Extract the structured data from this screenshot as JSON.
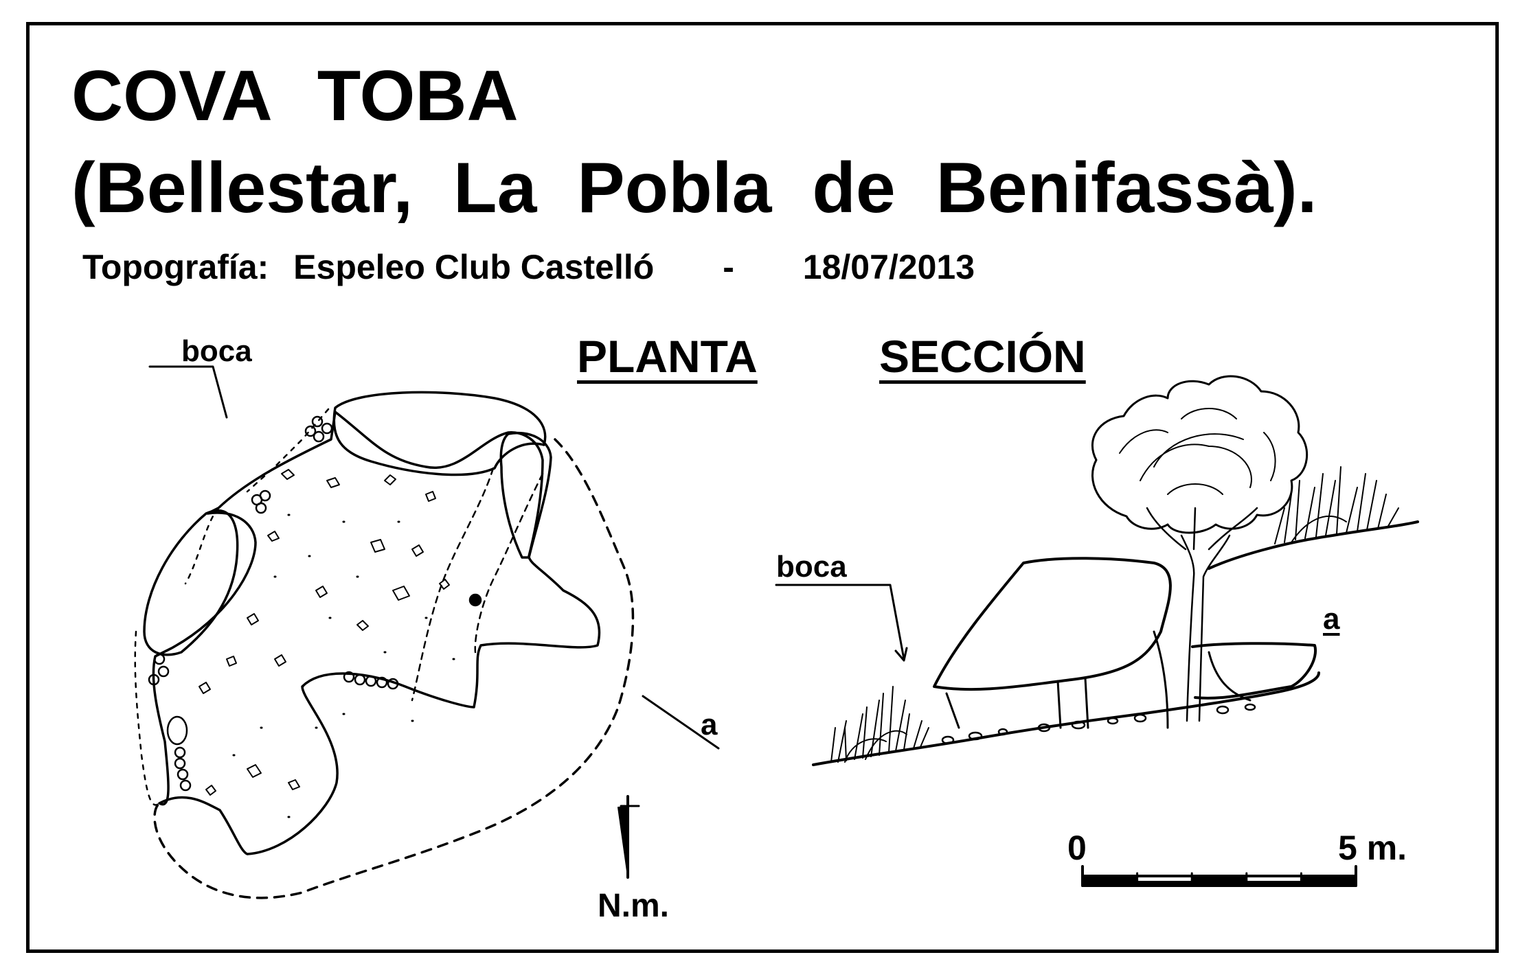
{
  "title": {
    "line1": "COVA  TOBA",
    "line2": "(Bellestar,  La  Pobla  de  Benifassà)."
  },
  "credits": {
    "label": "Topografía:",
    "org": "Espeleo Club Castelló",
    "separator": "-",
    "date": "18/07/2013"
  },
  "views": {
    "plan": "PLANTA",
    "section": "SECCIÓN"
  },
  "labels": {
    "entrance_plan": "boca",
    "entrance_section": "boca",
    "section_mark_plan": "a",
    "section_mark_section": "a",
    "north": "N.m."
  },
  "scale_bar": {
    "start_label": "0",
    "end_label": "5 m.",
    "segments": 5
  },
  "icons": {
    "north_arrow": "north-arrow-icon",
    "tree": "tree-icon"
  },
  "colors": {
    "ink": "#000000",
    "paper": "#ffffff"
  }
}
